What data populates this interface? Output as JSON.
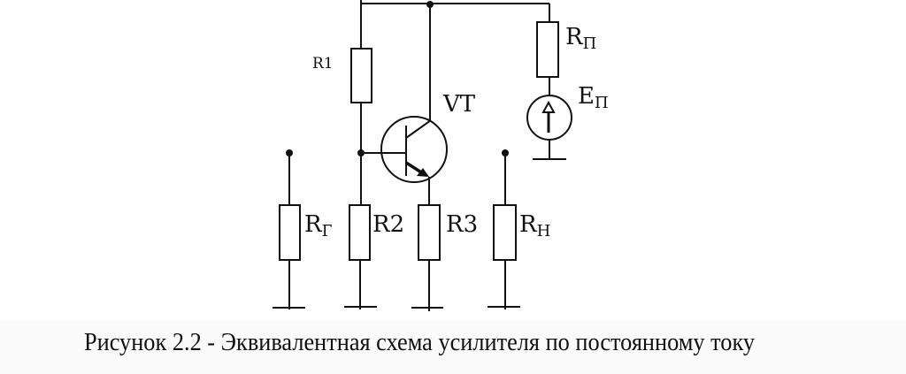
{
  "caption": "Рисунок 2.2 - Эквивалентная схема усилителя по постоянному току",
  "components": {
    "r1": {
      "label": "R1"
    },
    "rp": {
      "label": "R",
      "sub": "П"
    },
    "ep": {
      "label": "E",
      "sub": "П"
    },
    "vt": {
      "label": "VT"
    },
    "rg": {
      "label": "R",
      "sub": "Г"
    },
    "r2": {
      "label": "R2"
    },
    "r3": {
      "label": "R3"
    },
    "rn": {
      "label": "R",
      "sub": "Н"
    }
  }
}
